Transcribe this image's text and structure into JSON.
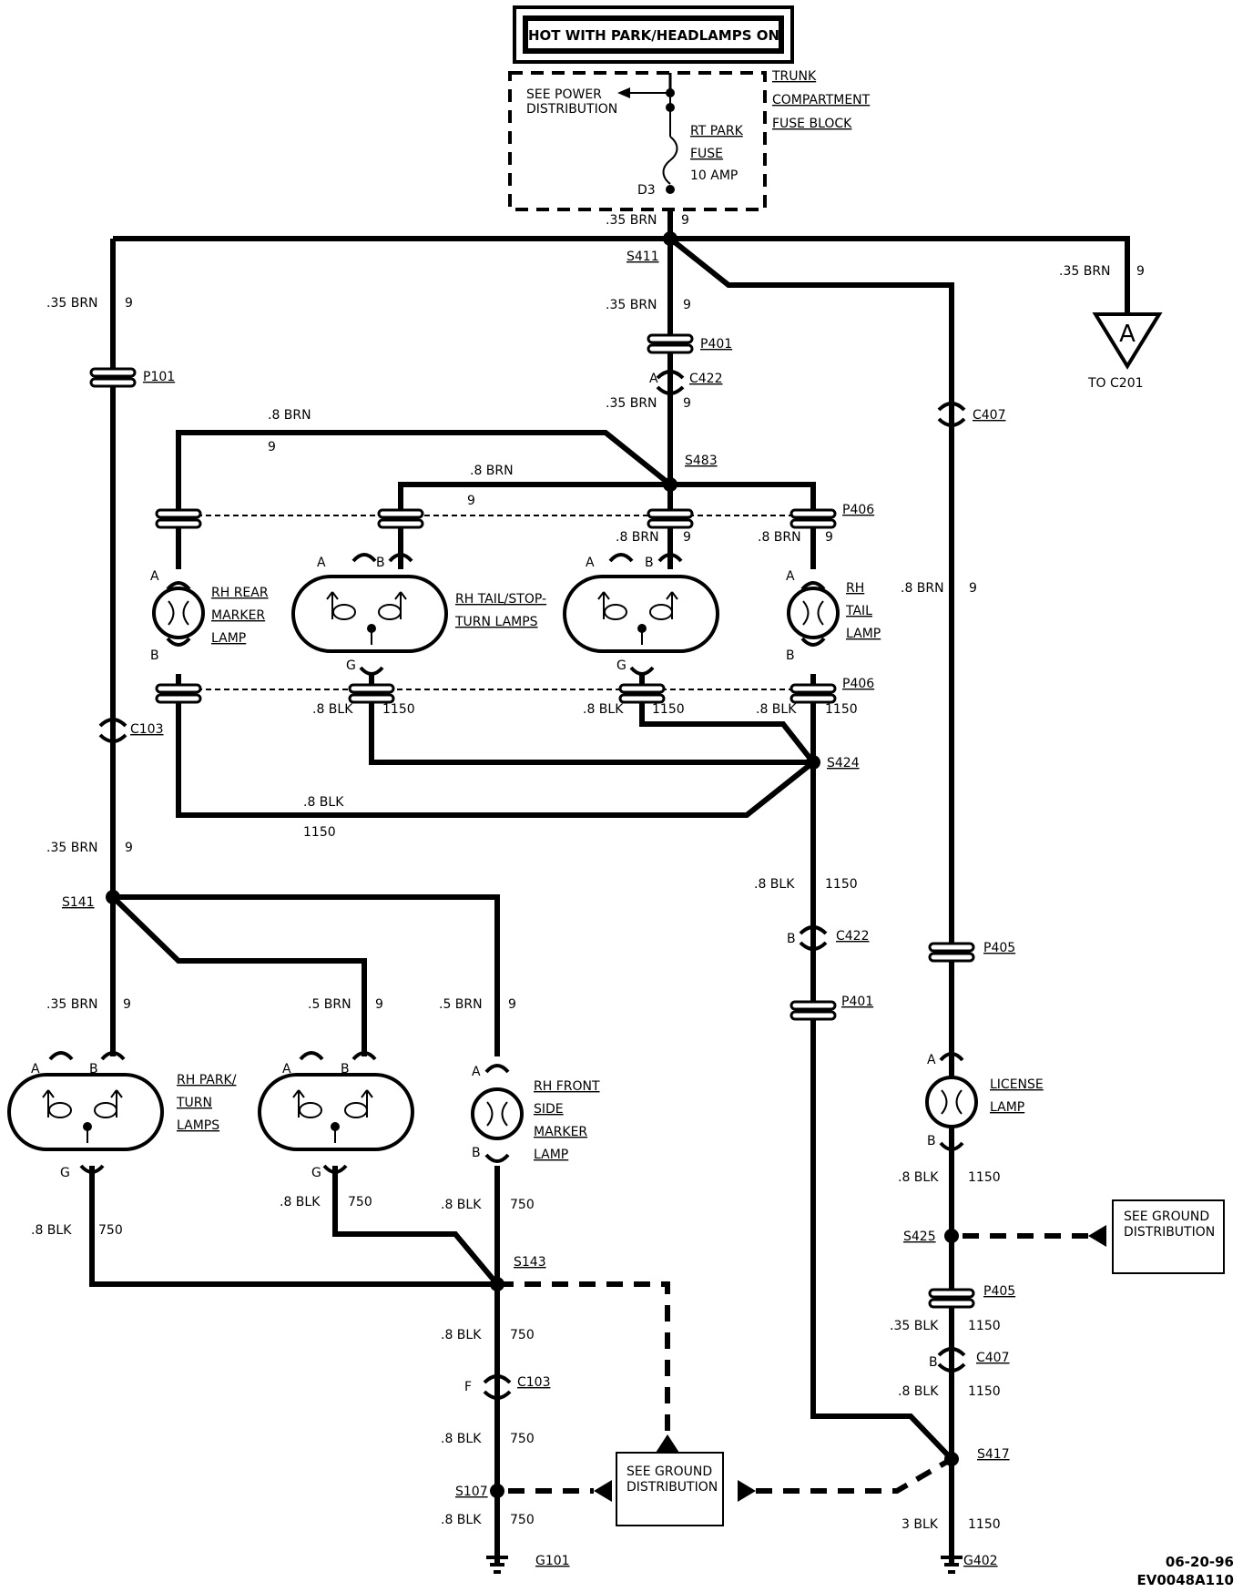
{
  "header": {
    "hot_label": "HOT WITH PARK/HEADLAMPS ON"
  },
  "fuse_block": {
    "name_lines": [
      "TRUNK",
      "COMPARTMENT",
      "FUSE BLOCK"
    ],
    "see_lines": [
      "SEE POWER",
      "DISTRIBUTION"
    ],
    "fuse_lines": [
      "RT PARK",
      "FUSE",
      "10 AMP"
    ],
    "cavity": "D3"
  },
  "wire_labels": {
    "brn35": ".35 BRN",
    "brn8": ".8 BRN",
    "brn5": ".5 BRN",
    "blk8": ".8 BLK",
    "blk35": ".35 BLK",
    "blk3": "3 BLK",
    "c9": "9",
    "c1150": "1150",
    "c750": "750"
  },
  "splices": {
    "s411": "S411",
    "s483": "S483",
    "s424": "S424",
    "s141": "S141",
    "s143": "S143",
    "s107": "S107",
    "s417": "S417",
    "s425": "S425"
  },
  "connectors": {
    "p101": "P101",
    "p401": "P401",
    "c422": "C422",
    "c407": "C407",
    "p406": "P406",
    "c103": "C103",
    "p405": "P405"
  },
  "pins": {
    "a": "A",
    "b": "B",
    "g": "G",
    "f": "F"
  },
  "offpage": {
    "letter": "A",
    "to_label": "TO C201"
  },
  "components": {
    "rh_rear_marker": [
      "RH REAR",
      "MARKER",
      "LAMP"
    ],
    "rh_tail_stop": [
      "RH TAIL/STOP-",
      "TURN LAMPS"
    ],
    "rh_tail": [
      "RH",
      "TAIL",
      "LAMP"
    ],
    "rh_park_turn": [
      "RH PARK/",
      "TURN",
      "LAMPS"
    ],
    "rh_front_side": [
      "RH FRONT",
      "SIDE",
      "MARKER",
      "LAMP"
    ],
    "license": [
      "LICENSE",
      "LAMP"
    ]
  },
  "ground": {
    "see_lines": [
      "SEE GROUND",
      "DISTRIBUTION"
    ],
    "g101": "G101",
    "g402": "G402"
  },
  "footer": {
    "date": "06-20-96",
    "code": "EV0048A110"
  }
}
